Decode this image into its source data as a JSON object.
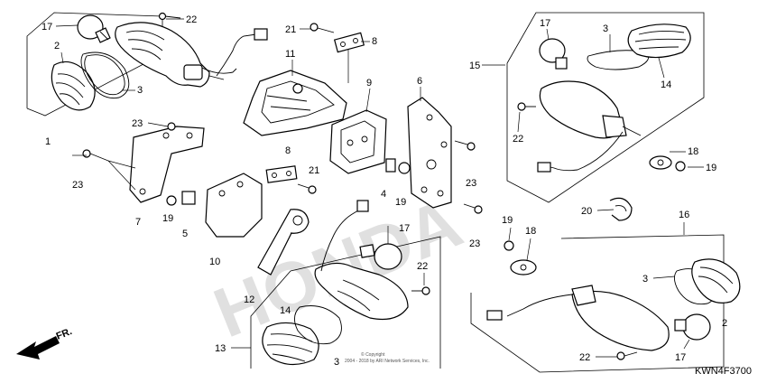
{
  "diagram_code": "KWN4F3700",
  "direction_label": "FR.",
  "watermark_text": "HONDA",
  "copyright_line1": "© Copyright",
  "copyright_line2": "2004 - 2018 by ARI Network Services, Inc.",
  "callouts": [
    {
      "id": "c-17a",
      "text": "17"
    },
    {
      "id": "c-22a",
      "text": "22"
    },
    {
      "id": "c-2a",
      "text": "2"
    },
    {
      "id": "c-3a",
      "text": "3"
    },
    {
      "id": "c-1",
      "text": "1"
    },
    {
      "id": "c-21a",
      "text": "21"
    },
    {
      "id": "c-8a",
      "text": "8"
    },
    {
      "id": "c-11",
      "text": "11"
    },
    {
      "id": "c-9",
      "text": "9"
    },
    {
      "id": "c-6",
      "text": "6"
    },
    {
      "id": "c-23a",
      "text": "23"
    },
    {
      "id": "c-23b",
      "text": "23"
    },
    {
      "id": "c-7",
      "text": "7"
    },
    {
      "id": "c-19a",
      "text": "19"
    },
    {
      "id": "c-5",
      "text": "5"
    },
    {
      "id": "c-8b",
      "text": "8"
    },
    {
      "id": "c-21b",
      "text": "21"
    },
    {
      "id": "c-4",
      "text": "4"
    },
    {
      "id": "c-19b",
      "text": "19"
    },
    {
      "id": "c-23c",
      "text": "23"
    },
    {
      "id": "c-23d",
      "text": "23"
    },
    {
      "id": "c-10",
      "text": "10"
    },
    {
      "id": "c-12",
      "text": "12"
    },
    {
      "id": "c-17b",
      "text": "17"
    },
    {
      "id": "c-22b",
      "text": "22"
    },
    {
      "id": "c-14a",
      "text": "14"
    },
    {
      "id": "c-13",
      "text": "13"
    },
    {
      "id": "c-3b",
      "text": "3"
    },
    {
      "id": "c-15",
      "text": "15"
    },
    {
      "id": "c-17c",
      "text": "17"
    },
    {
      "id": "c-3c",
      "text": "3"
    },
    {
      "id": "c-14b",
      "text": "14"
    },
    {
      "id": "c-22c",
      "text": "22"
    },
    {
      "id": "c-18a",
      "text": "18"
    },
    {
      "id": "c-19c",
      "text": "19"
    },
    {
      "id": "c-20",
      "text": "20"
    },
    {
      "id": "c-16",
      "text": "16"
    },
    {
      "id": "c-19d",
      "text": "19"
    },
    {
      "id": "c-18b",
      "text": "18"
    },
    {
      "id": "c-3d",
      "text": "3"
    },
    {
      "id": "c-2b",
      "text": "2"
    },
    {
      "id": "c-22d",
      "text": "22"
    },
    {
      "id": "c-17d",
      "text": "17"
    }
  ]
}
